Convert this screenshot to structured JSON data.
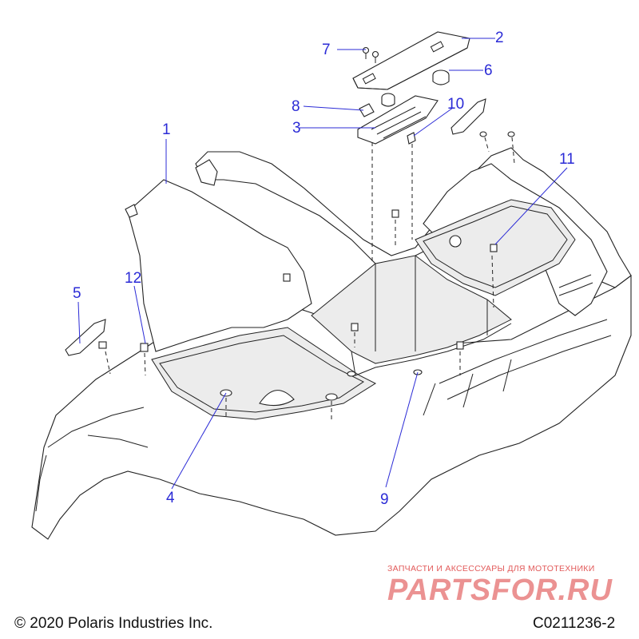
{
  "callouts": [
    {
      "id": "1",
      "label": "1"
    },
    {
      "id": "2",
      "label": "2"
    },
    {
      "id": "3",
      "label": "3"
    },
    {
      "id": "4",
      "label": "4"
    },
    {
      "id": "5",
      "label": "5"
    },
    {
      "id": "6",
      "label": "6"
    },
    {
      "id": "7",
      "label": "7"
    },
    {
      "id": "8",
      "label": "8"
    },
    {
      "id": "9",
      "label": "9"
    },
    {
      "id": "10",
      "label": "10"
    },
    {
      "id": "11",
      "label": "11"
    },
    {
      "id": "12",
      "label": "12"
    }
  ],
  "footer": {
    "copyright": "© 2020 Polaris Industries Inc.",
    "drawing_number": "C0211236-2"
  },
  "watermark": {
    "tagline": "ЗАПЧАСТИ И АКСЕССУАРЫ ДЛЯ МОТОТЕХНИКИ",
    "logo_text": "PARTSFOR.RU"
  },
  "colors": {
    "callout": "#2b2bd6",
    "line": "#222222",
    "watermark": "#e25a5a"
  }
}
